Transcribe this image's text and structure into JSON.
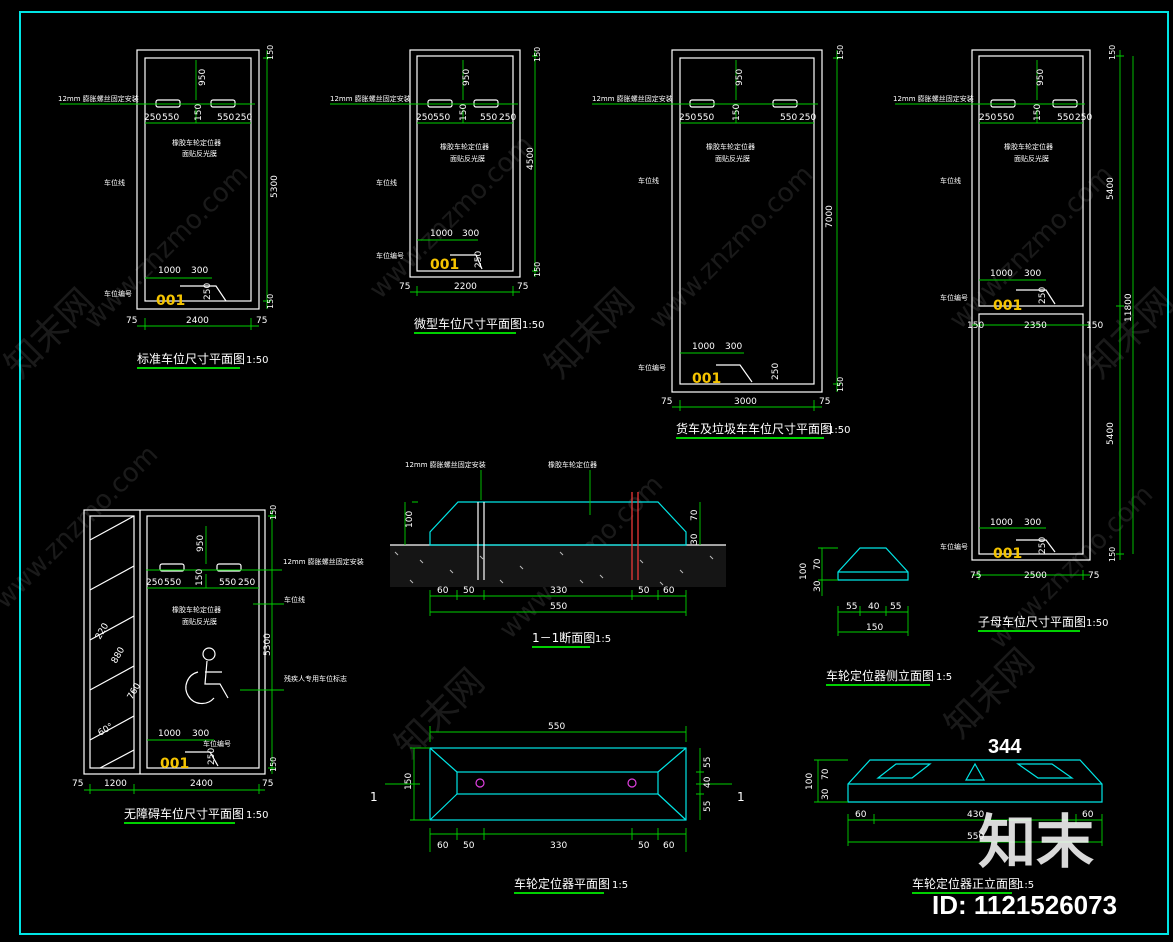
{
  "drawing": {
    "colors": {
      "background": "#000000",
      "frame": "#00e5e5",
      "dimension": "#00d000",
      "outline": "#ffffff",
      "label": "#f5c400"
    },
    "standard": {
      "title": "标准车位尺寸平面图",
      "scale": "1:50",
      "note_bolt": "12mm 膨胀螺丝固定安装",
      "note_locator": "橡胶车轮定位器",
      "note_face": "面贴反光膜",
      "note_line": "车位线",
      "note_number": "车位编号",
      "width": "2400",
      "side_left": "75",
      "side_right": "75",
      "length": "5300",
      "top": "150",
      "bottom": "150",
      "d950": "950",
      "d250a": "250",
      "d550a": "550",
      "d150": "150",
      "d550b": "550",
      "d250b": "250",
      "d1000": "1000",
      "d300": "300",
      "d250c": "250",
      "number": "001"
    },
    "mini": {
      "title": "微型车位尺寸平面图",
      "scale": "1:50",
      "note_bolt": "12mm 膨胀螺丝固定安装",
      "note_locator": "橡胶车轮定位器",
      "note_face": "面贴反光膜",
      "note_line": "车位线",
      "note_number": "车位编号",
      "width": "2200",
      "side_left": "75",
      "side_right": "75",
      "length": "4500",
      "top": "150",
      "bottom": "150",
      "d950": "950",
      "d250a": "250",
      "d550a": "550",
      "d150": "150",
      "d550b": "550",
      "d250b": "250",
      "d1000": "1000",
      "d300": "300",
      "d250c": "250",
      "number": "001"
    },
    "truck": {
      "title": "货车及垃圾车车位尺寸平面图",
      "scale": "1:50",
      "note_bolt": "12mm 膨胀螺丝固定安装",
      "note_locator": "橡胶车轮定位器",
      "note_face": "面贴反光膜",
      "note_line": "车位线",
      "note_number": "车位编号",
      "width": "3000",
      "side_left": "75",
      "side_right": "75",
      "length": "7000",
      "top": "150",
      "bottom": "150",
      "d950": "950",
      "d250a": "250",
      "d550a": "550",
      "d150": "150",
      "d550b": "550",
      "d250b": "250",
      "d1000": "1000",
      "d300": "300",
      "d250c": "250",
      "number": "001"
    },
    "tandem": {
      "title": "子母车位尺寸平面图",
      "scale": "1:50",
      "note_bolt": "12mm 膨胀螺丝固定安装",
      "note_locator": "橡胶车轮定位器",
      "note_face": "面贴反光膜",
      "note_line": "车位线",
      "note_number": "车位编号",
      "width": "2500",
      "inner_width": "2350",
      "side_left": "75",
      "side_right": "75",
      "len_top": "5400",
      "len_bottom": "5400",
      "total": "11800",
      "mid_left": "150",
      "mid_right": "150",
      "top": "150",
      "bottom": "150",
      "d950": "950",
      "d250a": "250",
      "d550a": "550",
      "d150": "150",
      "d550b": "550",
      "d250b": "250",
      "d1000": "1000",
      "d300": "300",
      "d250c": "250",
      "number_a": "001",
      "number_b": "001"
    },
    "accessible": {
      "title": "无障碍车位尺寸平面图",
      "scale": "1:50",
      "note_bolt": "12mm 膨胀螺丝固定安装",
      "note_locator": "橡胶车轮定位器",
      "note_face": "面贴反光膜",
      "note_line": "车位线",
      "note_symbol": "残疾人专用车位标志",
      "note_number": "车位编号",
      "aisle_width": "1200",
      "width": "2400",
      "side_left": "75",
      "side_right": "75",
      "length": "5300",
      "top": "150",
      "bottom": "150",
      "d950": "950",
      "d250a": "250",
      "d550a": "550",
      "d150": "150",
      "d550b": "550",
      "d250b": "250",
      "d1000": "1000",
      "d300": "300",
      "d250c": "250",
      "hatch_a": "220",
      "hatch_b": "880",
      "hatch_c": "760",
      "hatch_angle": "60°",
      "number": "001"
    },
    "section": {
      "title": "1－1断面图",
      "scale": "1:5",
      "note_bolt": "12mm 膨胀螺丝固定安装",
      "note_locator": "橡胶车轮定位器",
      "height": "100",
      "h70": "70",
      "h30": "30",
      "s60a": "60",
      "s50a": "50",
      "s330": "330",
      "s50b": "50",
      "s60b": "60",
      "total": "550"
    },
    "side_view": {
      "title": "车轮定位器侧立面图",
      "scale": "1:5",
      "height": "100",
      "h70": "70",
      "h30": "30",
      "b55a": "55",
      "b40": "40",
      "b55b": "55",
      "total": "150"
    },
    "plan_view": {
      "title": "车轮定位器平面图",
      "scale": "1:5",
      "total": "550",
      "depth": "150",
      "dp55a": "55",
      "dp40": "40",
      "dp55b": "55",
      "s60a": "60",
      "s50a": "50",
      "s330": "330",
      "s50b": "50",
      "s60b": "60",
      "cut_left": "1",
      "cut_right": "1"
    },
    "front_view": {
      "title": "车轮定位器正立面图",
      "scale": "1:5",
      "height": "100",
      "h70": "70",
      "h30": "30",
      "s60a": "60",
      "s430": "430",
      "s60b": "60",
      "total": "550"
    },
    "watermark": {
      "site": "www.znzmo.com",
      "brand_cn": "知末网",
      "logo": "知末",
      "id": "ID: 1121526073",
      "page_no": "344"
    }
  }
}
